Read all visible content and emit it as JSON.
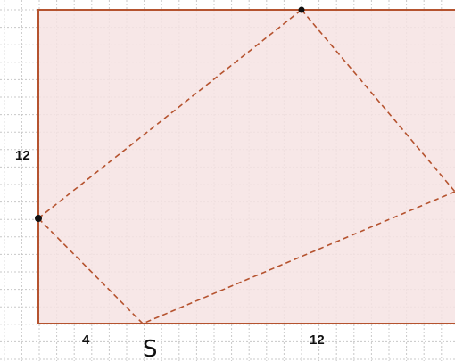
{
  "figure": {
    "left_side_label": "12",
    "bottom_left_label": "4",
    "bottom_right_label": "12",
    "point_label": "S"
  },
  "colors": {
    "rectangle_fill": "#f6e3e3",
    "rectangle_stroke": "#b5532f",
    "dashed_line": "#b5532f",
    "grid": "#c8c8c8",
    "point": "#111111"
  }
}
